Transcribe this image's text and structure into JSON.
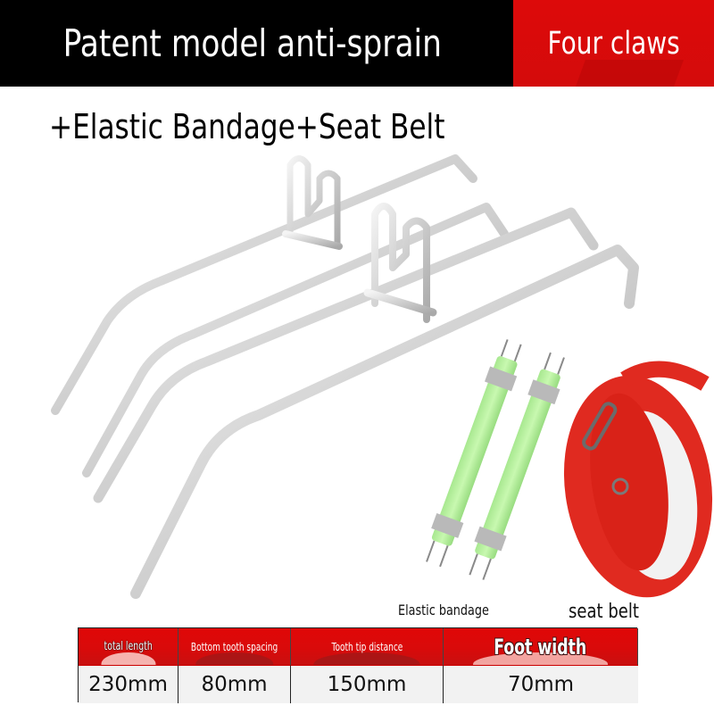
{
  "banner": {
    "title": "Patent model anti-sprain",
    "badge": "Four claws",
    "colors": {
      "title_bg": "#000000",
      "badge_bg": "#d90d0d",
      "text": "#ffffff"
    }
  },
  "subtitle": "+Elastic Bandage+Seat Belt",
  "product_image": {
    "items": [
      "four-claw-steel-spikes",
      "elastic-bandage-pair",
      "red-seat-belt"
    ],
    "colors": {
      "steel": "#d8d8d8",
      "bandage": "#b8f0a0",
      "belt": "#e02a20"
    }
  },
  "labels": {
    "elastic": "Elastic bandage",
    "belt": "seat belt"
  },
  "spec_table": {
    "headers": [
      "total length",
      "Bottom tooth spacing",
      "Tooth tip distance",
      "Foot width"
    ],
    "values": [
      "230mm",
      "80mm",
      "150mm",
      "70mm"
    ]
  }
}
